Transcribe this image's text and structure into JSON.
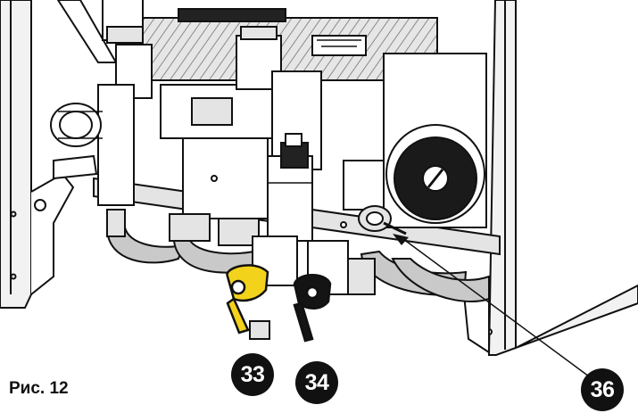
{
  "figure": {
    "caption": "Рис. 12",
    "callouts": [
      {
        "id": "33"
      },
      {
        "id": "34"
      },
      {
        "id": "36"
      }
    ]
  },
  "colors": {
    "line": "#111111",
    "panel_fill": "#f2f2f2",
    "pipe_fill": "#c9c9c9",
    "metal_fill": "#e4e4e4",
    "tap_yellow": "#f3d21c",
    "tap_black": "#141414",
    "callout_fill": "#111111",
    "callout_text": "#ffffff"
  }
}
